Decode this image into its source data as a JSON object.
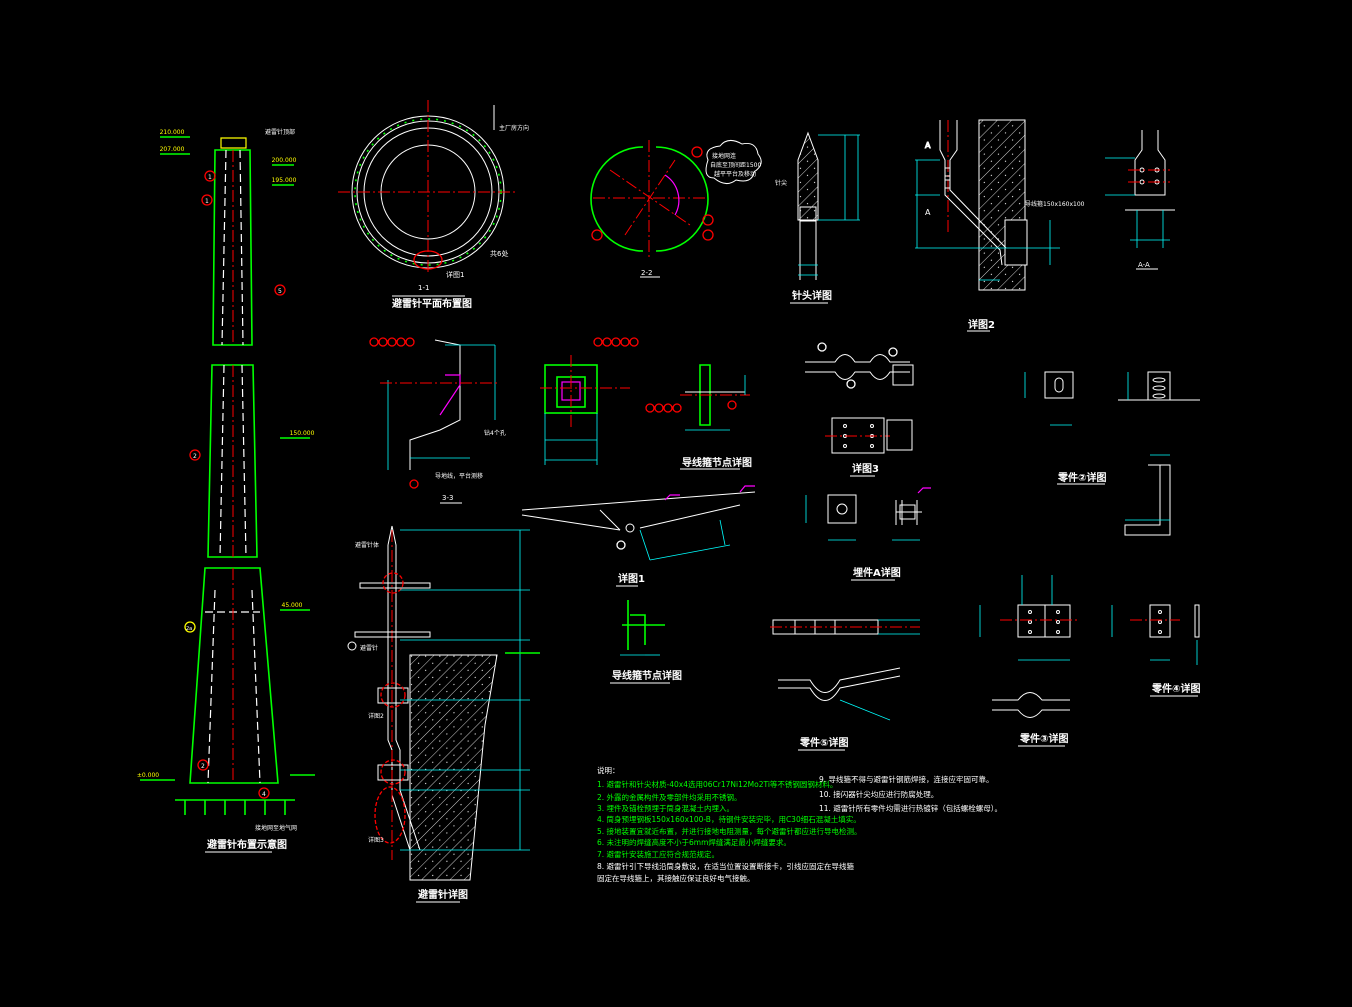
{
  "colors": {
    "background": "#000000",
    "outline": "#00ff00",
    "dimension": "#00ffff",
    "centerline": "#ff0000",
    "accent": "#ff00ff",
    "label": "#ffff00",
    "text": "#ffffff"
  },
  "titles": {
    "elevation": "避雷针布置示意图",
    "plan": "避雷针平面布置图",
    "section_1": "1-1",
    "section_2": "2-2",
    "tip_detail": "针头详图",
    "detail_2": "详图2",
    "section_a": "A-A",
    "section_3": "3-3",
    "clamp_node_1": "导线箍节点详图",
    "clamp_node_2": "导线箍节点详图",
    "detail_3": "详图3",
    "part_2": "零件②详图",
    "detail_1": "详图1",
    "embed_a": "埋件A详图",
    "part_5": "零件⑤详图",
    "part_3": "零件③详图",
    "part_4": "零件④详图",
    "rod_detail": "避雷针详图"
  },
  "labels": {
    "rod_top": "避雷针顶部",
    "north": "主厂房方向",
    "detail_1_ref": "详图1",
    "ring6": "共6处",
    "cloud_1": "接地网连",
    "cloud_2": "自底至顶间距1500",
    "cloud_3": "越平平台及移动",
    "needle": "针尖",
    "clamp_embed": "导线箍150x160x100",
    "holes": "钻4个孔",
    "conductor": "导地线，平台测移",
    "grounding": "接地网至地气网",
    "rod": "避雷针体",
    "rod2": "避雷针",
    "det2": "详图2",
    "det3": "详图3",
    "det1": "详图1",
    "elev_top": "210.000",
    "elev_2": "207.000",
    "elev_3": "200.000",
    "elev_4": "195.000",
    "elev_mid": "150.000",
    "elev_low": "45.000",
    "elev_ground": "±0.000",
    "circles": [
      "1",
      "1",
      "5",
      "2",
      "2a",
      "2",
      "4"
    ]
  },
  "notes": {
    "heading": "说明：",
    "items": [
      "1. 避雷针和针尖材质-40x4选用06Cr17Ni12Mo2Ti等不锈钢圆钢材料。",
      "2. 外露的金属构件及零部件均采用不锈钢。",
      "3. 埋件及锚栓预埋于筒身混凝土内埋入。",
      "4. 筒身预埋钢板150x160x100-B，待钢件安装完毕，用C30细石混凝土填实。",
      "5. 接地装置宜就近布置，并进行接地电阻测量，每个避雷针都应进行导电检测。",
      "6. 未注明的焊缝高度不小于6mm焊缝满足最小焊缝要求。",
      "7. 避雷针安装施工应符合规范规定。",
      "8. 避雷针引下导线沿筒身敷设，在适当位置设置断接卡，引线应固定在导线箍",
      "   固定在导线箍上，其接触应保证良好电气接触。",
      "9. 导线箍不得与避雷针钢筋焊接，连接应牢固可靠。",
      "10. 接闪器针尖均应进行防腐处理。",
      "11. 避雷针所有零件均需进行热镀锌（包括螺栓螺母）。"
    ]
  }
}
